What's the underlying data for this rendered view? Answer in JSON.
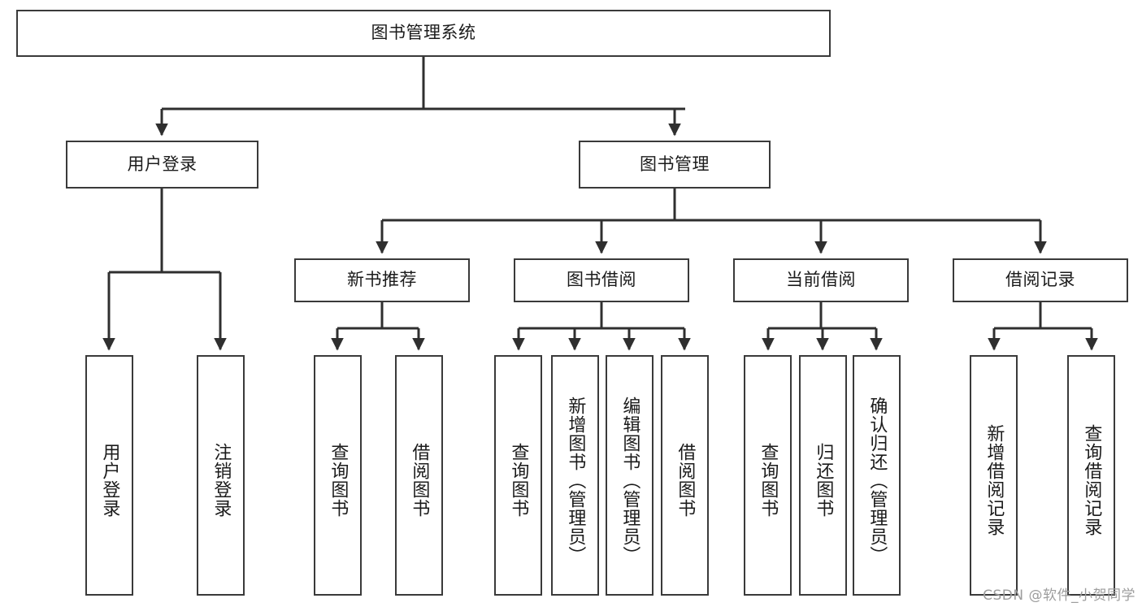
{
  "diagram": {
    "title": "图书管理系统",
    "type": "tree",
    "root": {
      "label": "图书管理系统"
    },
    "level2": [
      {
        "label": "用户登录"
      },
      {
        "label": "图书管理"
      }
    ],
    "level3": [
      {
        "label": "新书推荐"
      },
      {
        "label": "图书借阅"
      },
      {
        "label": "当前借阅"
      },
      {
        "label": "借阅记录"
      }
    ],
    "leaves": {
      "user_login": [
        {
          "label": "用户登录"
        },
        {
          "label": "注销登录"
        }
      ],
      "new_book_recommend": [
        {
          "label": "查询图书"
        },
        {
          "label": "借阅图书"
        }
      ],
      "book_borrow": [
        {
          "label": "查询图书"
        },
        {
          "label": "新增图书（管理员）"
        },
        {
          "label": "编辑图书（管理员）"
        },
        {
          "label": "借阅图书"
        }
      ],
      "current_borrow": [
        {
          "label": "查询图书"
        },
        {
          "label": "归还图书"
        },
        {
          "label": "确认归还（管理员）"
        }
      ],
      "borrow_record": [
        {
          "label": "新增借阅记录"
        },
        {
          "label": "查询借阅记录"
        }
      ]
    }
  },
  "watermark": {
    "text": "CSDN @软件_小贺同学"
  },
  "colors": {
    "border": "#3a3a3a",
    "text": "#1b1b1b",
    "background": "#ffffff",
    "watermark": "#9d9d9d"
  }
}
